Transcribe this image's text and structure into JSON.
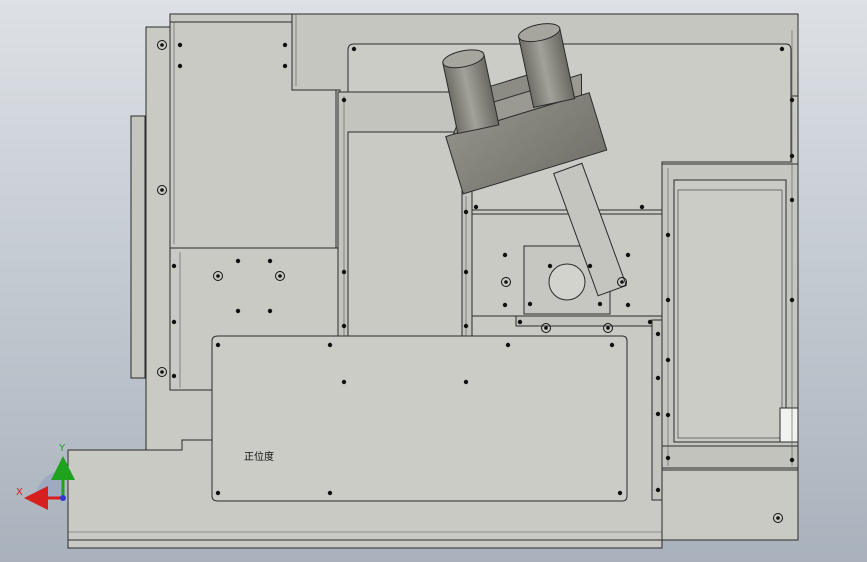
{
  "viewport": {
    "background_top": "#dde1e6",
    "background_bottom": "#a9b2bc"
  },
  "annotation": {
    "text": "正位度"
  },
  "triad": {
    "x_label": "X",
    "y_label": "Y",
    "x_color": "#d62020",
    "y_color": "#1fa31f",
    "z_color": "#2a3ad8"
  },
  "colors": {
    "plate": "#c9cac4",
    "plate_dark": "#bdbeb8",
    "edge": "#2b2b2b",
    "cylinder": "#8e8e86",
    "block": "#8a8a82",
    "hole": "#111111"
  }
}
